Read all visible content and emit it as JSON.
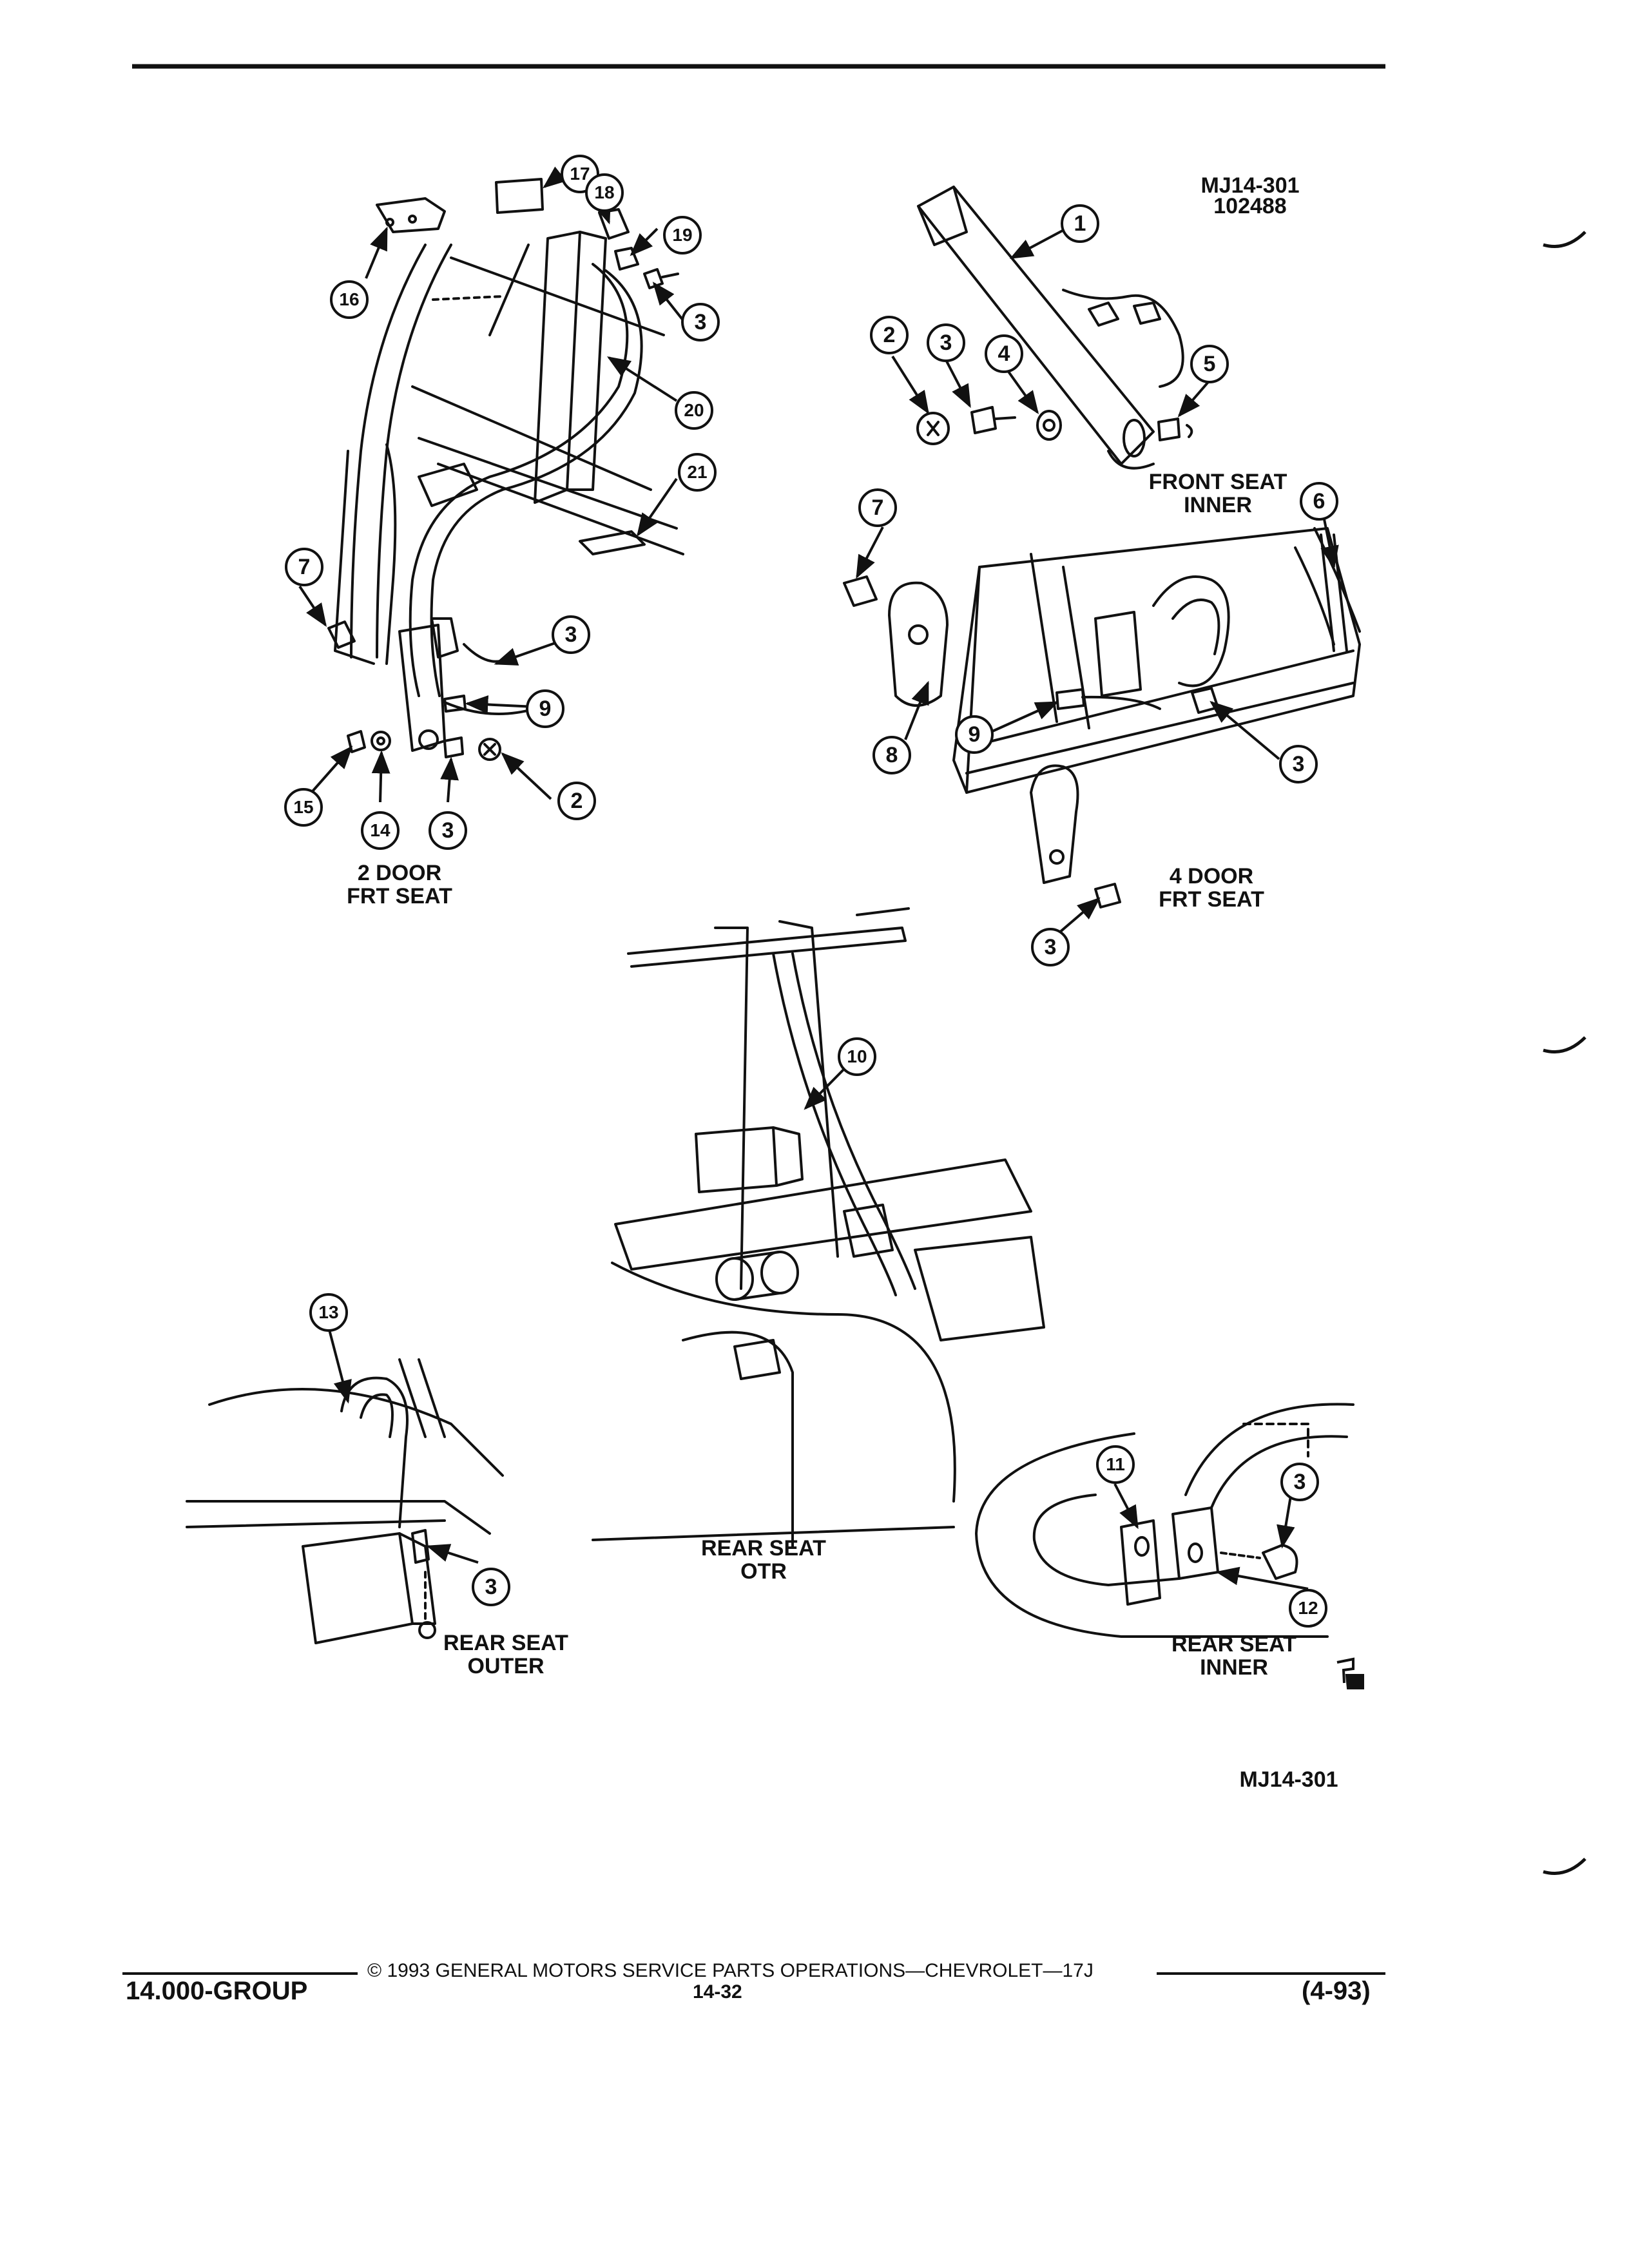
{
  "figure_id": {
    "line1": "MJ14-301",
    "line2": "102488"
  },
  "figure_id_bottom": "MJ14-301",
  "callouts": [
    "1",
    "2",
    "3",
    "4",
    "5",
    "6",
    "7",
    "8",
    "9",
    "10",
    "11",
    "12",
    "13",
    "14",
    "15",
    "16",
    "17",
    "18",
    "19",
    "20",
    "21"
  ],
  "views": {
    "two_door_front": {
      "line1": "2 DOOR",
      "line2": "FRT SEAT"
    },
    "front_seat_inner": {
      "line1": "FRONT SEAT",
      "line2": "INNER"
    },
    "four_door_front": {
      "line1": "4 DOOR",
      "line2": "FRT SEAT"
    },
    "rear_seat_otr": {
      "line1": "REAR SEAT",
      "line2": "OTR"
    },
    "rear_seat_outer": {
      "line1": "REAR SEAT",
      "line2": "OUTER"
    },
    "rear_seat_inner": {
      "line1": "REAR SEAT",
      "line2": "INNER"
    }
  },
  "footer": {
    "copyright": "© 1993 GENERAL MOTORS SERVICE PARTS OPERATIONS—CHEVROLET—17J",
    "group": "14.000-GROUP",
    "page_number": "14-32",
    "revision": "(4-93)"
  },
  "logo": "GM Service Parts mark"
}
